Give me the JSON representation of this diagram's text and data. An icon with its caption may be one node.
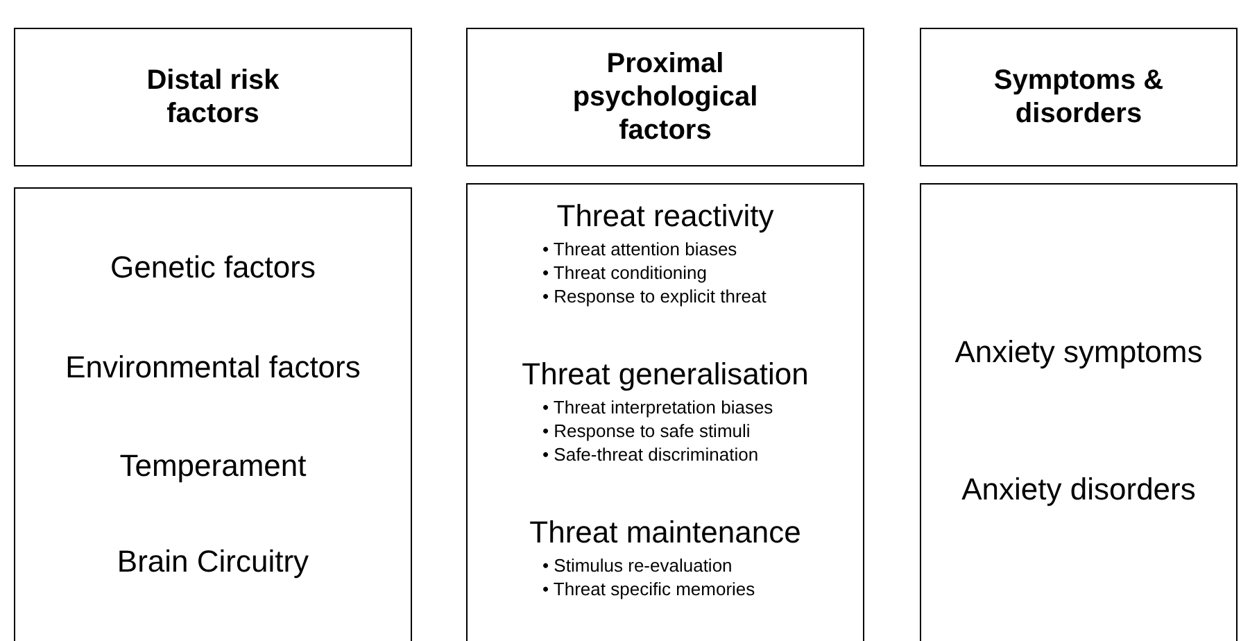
{
  "diagram": {
    "nodes": [
      {
        "text": [
          "Distal risk factors"
        ]
      },
      {
        "text": [
          "Proximal psychological factors"
        ]
      },
      {
        "text": [
          "Symptoms & disorders"
        ]
      },
      {
        "text": [
          "Genetic factors",
          "Environmental factors",
          "Temperament",
          "Brain Circuitry"
        ]
      },
      {
        "text": [],
        "shape": "box"
      },
      {
        "text": [
          "Threat reactivity",
          "• Threat attention biases",
          "• Threat conditioning",
          "• Response to explicit threat"
        ],
        "in": 4
      },
      {
        "text": [
          "Threat generalisation",
          "• Threat interpretation biases",
          "• Response to safe stimuli",
          "• Safe-threat discrimination"
        ],
        "in": 4
      },
      {
        "text": [
          "Threat maintenance",
          "• Stimulus re-evaluation",
          "• Threat specific memories"
        ],
        "in": 4
      },
      {
        "text": [
          "Anxiety symptoms",
          "Anxiety disorders"
        ]
      }
    ]
  }
}
